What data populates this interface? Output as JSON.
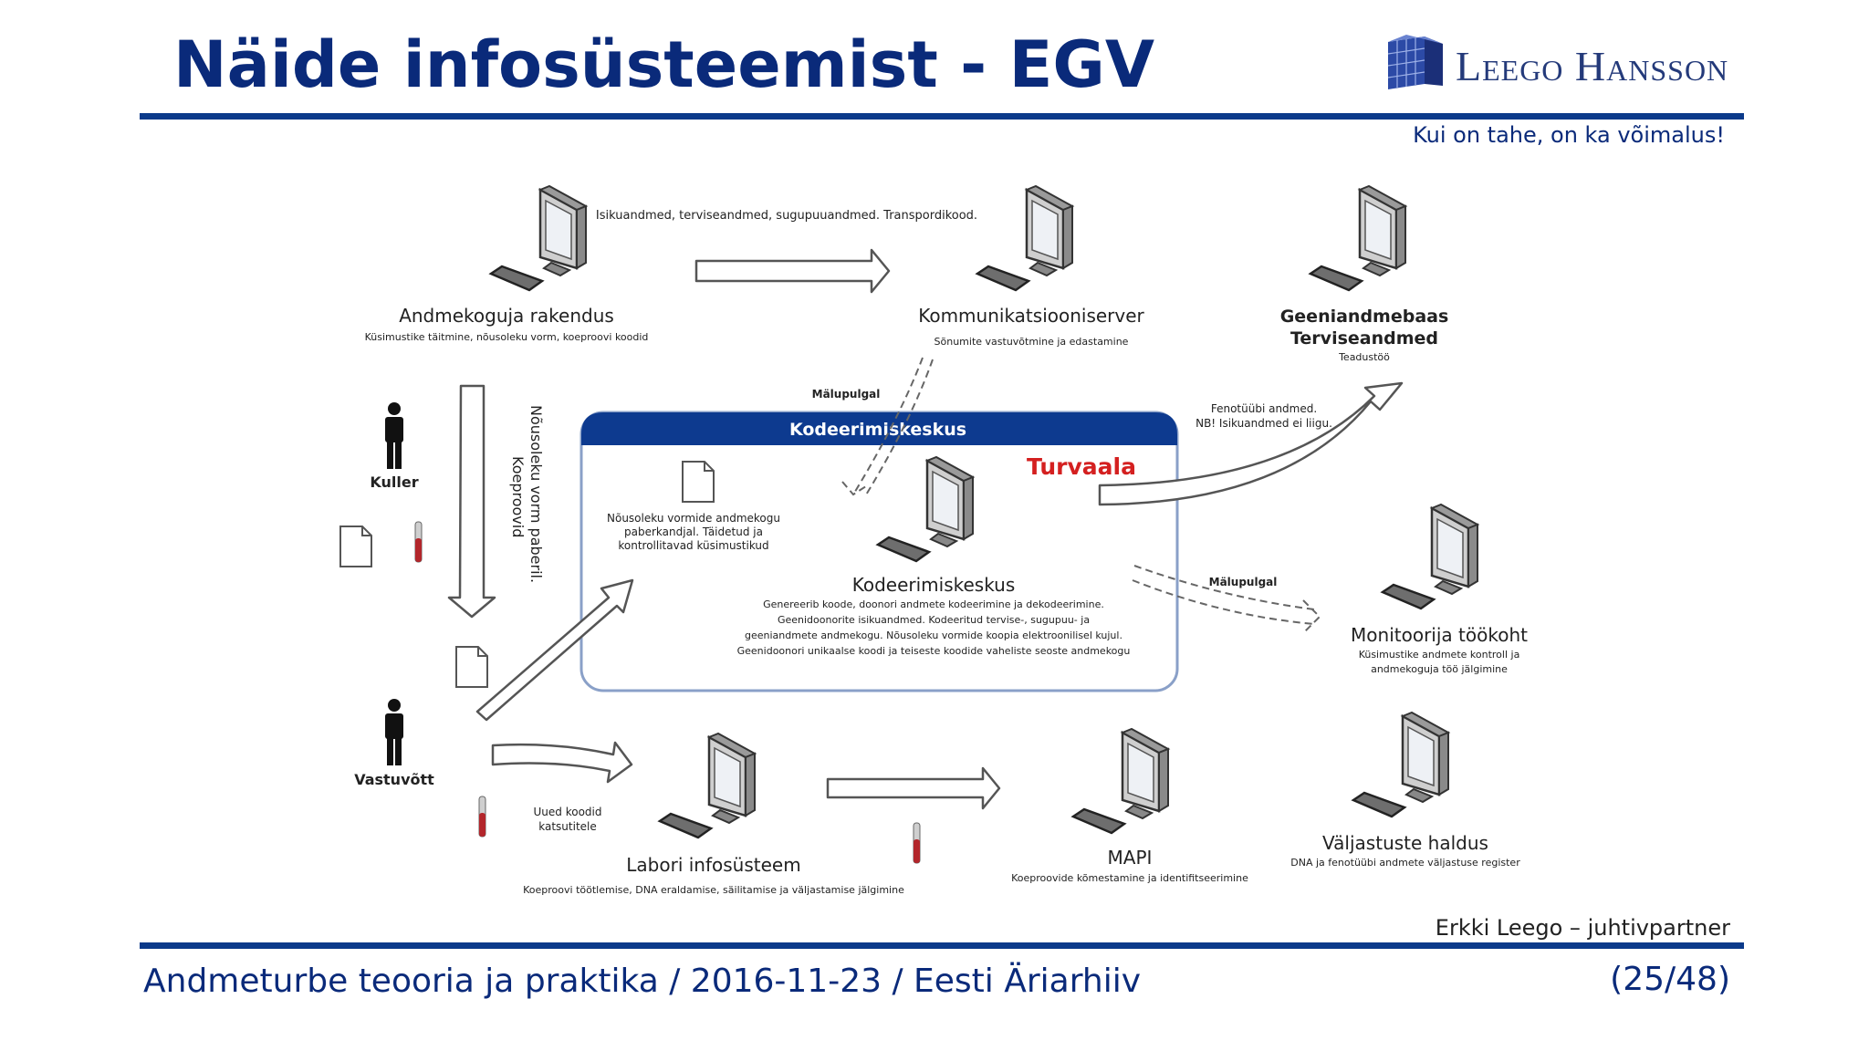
{
  "slide": {
    "title": "Näide infosüsteemist - EGV",
    "slogan": "Kui on tahe, on ka võimalus!",
    "author": "Erkki Leego – juhtivpartner",
    "footer": "Andmeturbe teooria ja praktika / 2016-11-23 / Eesti Äriarhiiv",
    "page": "(25/48)"
  },
  "logo": {
    "text": "Leego Hansson",
    "color": "#243a7a"
  },
  "colors": {
    "accent": "#0b3a8a",
    "title": "#0a2a7a",
    "zone_header": "#0d3a8f",
    "turvaala": "#d42020"
  },
  "diagram": {
    "arrow_top": "Isikuandmed, terviseandmed, sugupuuandmed. Transpordikood.",
    "nodes": {
      "andmekoguja": {
        "title": "Andmekoguja rakendus",
        "desc": "Küsimustike täitmine, nõusoleku vorm, koeproovi koodid"
      },
      "kommunikatsioon": {
        "title": "Kommunikatsiooniserver",
        "desc": "Sõnumite vastuvõtmine ja edastamine"
      },
      "geeniandmebaas": {
        "title1": "Geeniandmebaas",
        "title2": "Terviseandmed",
        "desc": "Teadustöö"
      },
      "kodeerimiskeskus": {
        "title": "Kodeerimiskeskus",
        "desc": [
          "Genereerib koode, doonori andmete kodeerimine ja dekodeerimine.",
          "Geenidoonorite isikuandmed. Kodeeritud tervise-, sugupuu- ja",
          "geeniandmete andmekogu. Nõusoleku vormide koopia elektroonilisel kujul.",
          "Geenidoonori unikaalse koodi ja teiseste koodide vaheliste seoste andmekogu"
        ]
      },
      "monitoorija": {
        "title": "Monitoorija töökoht",
        "desc": [
          "Küsimustike andmete kontroll ja",
          "andmekoguja töö jälgimine"
        ]
      },
      "labor": {
        "title": "Labori infosüsteem",
        "desc": "Koeproovi töötlemise, DNA eraldamise, säilitamise ja väljastamise jälgimine"
      },
      "mapi": {
        "title": "MAPI",
        "desc": "Koeproovide kõmestamine ja identifitseerimine"
      },
      "valjastused": {
        "title": "Väljastuste haldus",
        "desc": "DNA ja fenotüübi andmete väljastuse register"
      }
    },
    "zone": {
      "header": "Kodeerimiskeskus",
      "turvaala": "Turvaala"
    },
    "people": {
      "kuller": "Kuller",
      "vastuvott": "Vastuvõtt"
    },
    "malupulgad": [
      "Mälupulgal",
      "Mälupulgal"
    ],
    "fenotuubi": [
      "Fenotüübi andmed.",
      "NB! Isikuandmed ei liigu."
    ],
    "nousoleku_vorm": [
      "Nõusoleku vorm paberil.",
      "Koeproovid"
    ],
    "paberkandjal": [
      "Nõusoleku vormide andmekogu",
      "paberkandjal. Täidetud ja",
      "kontrollitavad küsimustikud"
    ],
    "uued_koodid": [
      "Uued koodid",
      "katsutitele"
    ]
  }
}
